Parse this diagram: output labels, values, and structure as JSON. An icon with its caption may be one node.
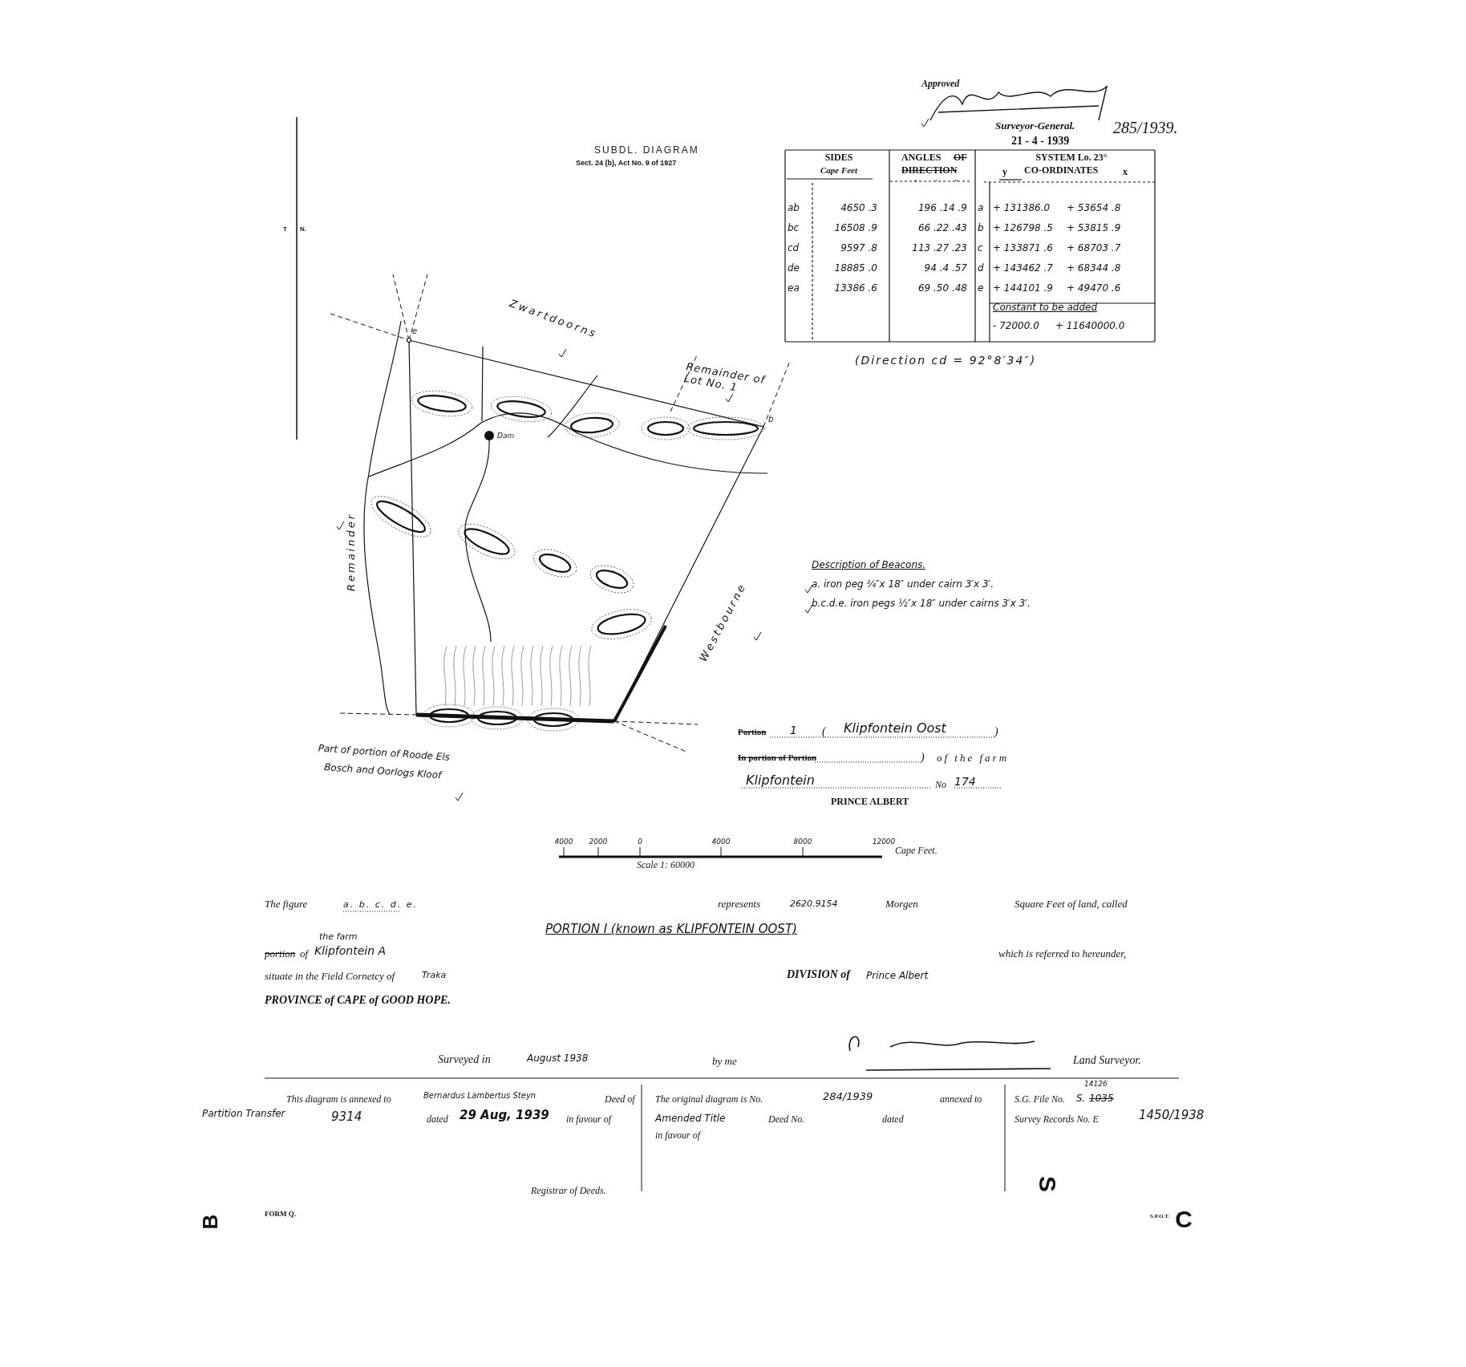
{
  "diagram": {
    "title": "SUBDL. DIAGRAM",
    "labels": [
      "Approved",
      "Surveyor-General.",
      "21 - 4 - 1939",
      "285/1939.",
      "Sect. 24 (b), Act No. 9 of 1927",
      "SIDES",
      "Cape Feet",
      "ANGLES",
      "OF",
      "DIRECTION",
      "SYSTEM Lo. 23°",
      "y",
      "CO-ORDINATES",
      "x",
      "°",
      "'",
      "\"",
      "T",
      "N.",
      "ab",
      "4650 .3",
      "196 .14 .9",
      "a",
      "+ 131386.0",
      "+ 53654 .8",
      "bc",
      "16508 .9",
      "66 .22 .43",
      "b",
      "+ 126798 .5",
      "+ 53815 .9",
      "cd",
      "9597 .8",
      "113 .27 .23",
      "c",
      "+ 133871 .6",
      "+ 68703 .7",
      "de",
      "18885 .0",
      "94 .4 .57",
      "d",
      "+ 143462 .7",
      "+ 68344 .8",
      "ea",
      "13386 .6",
      "69 .50 .48",
      "e",
      "+ 144101 .9",
      "+ 49470 .6",
      "Constant to be added",
      "- 72000.0",
      "+ 11640000.0",
      "Zwartdoorns",
      "(Direction cd =  92°8′34″)",
      "e",
      "Remainder of Lot No. 1",
      "Dam",
      "b",
      "Remainder",
      "Description of Beacons.",
      "a.  iron peg ¾″x 18″ under cairn 3′x 3′.",
      "b.c.d.e.  iron pegs ½″x 18″ under cairns 3′x 3′.",
      "Westbourne",
      "Part of portion of Roode Els Bosch and Oorlogs Kloof",
      "Portion",
      "1",
      "(",
      "Klipfontein Oost",
      ")",
      "In portion of Portion",
      ")",
      "of the farm",
      "Klipfontein",
      "No",
      "174",
      "PRINCE ALBERT",
      "4000",
      "2000",
      "0",
      "4000",
      "8000",
      "12000",
      "Cape Feet.",
      "Scale 1: 60000",
      "The figure",
      "a. b. c. d. e.",
      "represents",
      "2620.9154",
      "Morgen",
      "Square Feet of land, called",
      "PORTION I (known as KLIPFONTEIN OOST)",
      "the farm",
      "portion",
      "of",
      "Klipfontein A",
      "which is referred to hereunder,",
      "situate in the Field Cornetcy of",
      "Traka",
      "DIVISION of",
      "Prince Albert",
      "PROVINCE of CAPE of GOOD HOPE.",
      "Surveyed in",
      "August 1938",
      "by me",
      "Land Surveyor.",
      "This diagram is annexed to",
      "Bernardus Lambertus Steyn",
      "Deed of",
      "The original diagram is No.",
      "284/1939",
      "annexed to",
      "S.G. File No.",
      "14126",
      "S.",
      "1035",
      "Partition Transfer",
      "9314",
      "dated",
      "29 Aug, 1939",
      "in favour of",
      "Amended Title",
      "Deed No.",
      "dated",
      "Survey Records No. E",
      "1450/1938",
      "in favour of",
      "Registrar of Deeds.",
      "S",
      "B",
      "FORM Q.",
      "S.P.O.T.",
      "C"
    ]
  }
}
